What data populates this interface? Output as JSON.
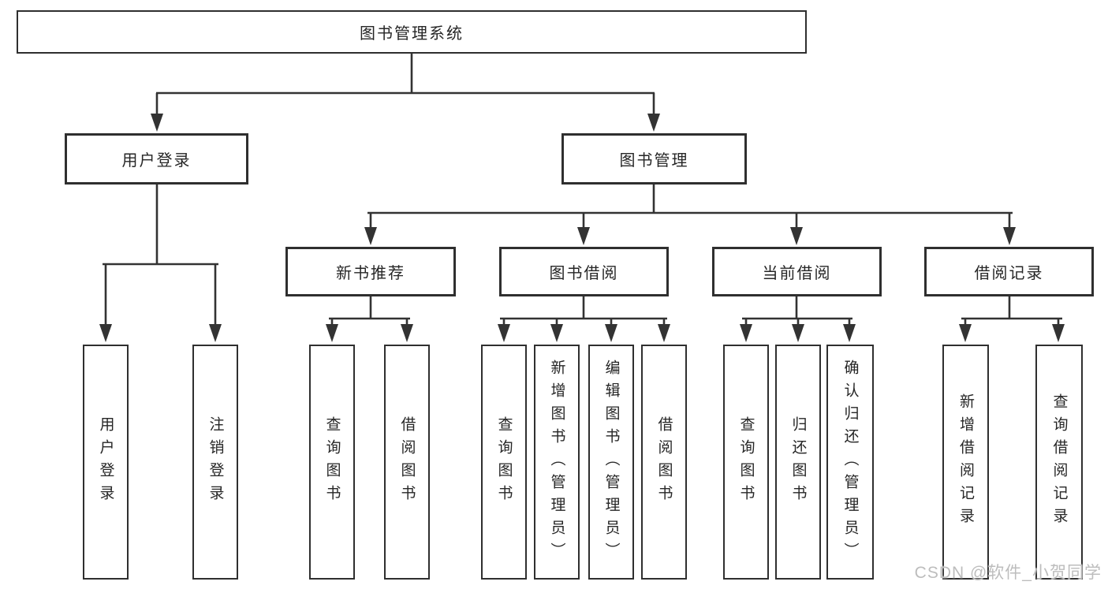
{
  "diagram": {
    "root": {
      "label": "图书管理系统"
    },
    "level2": [
      {
        "label": "用户登录"
      },
      {
        "label": "图书管理"
      }
    ],
    "user_children": [
      {
        "label": "用户登录"
      },
      {
        "label": "注销登录"
      }
    ],
    "level3": [
      {
        "label": "新书推荐"
      },
      {
        "label": "图书借阅"
      },
      {
        "label": "当前借阅"
      },
      {
        "label": "借阅记录"
      }
    ],
    "recommend_children": [
      {
        "label": "查询图书"
      },
      {
        "label": "借阅图书"
      }
    ],
    "borrow_children": [
      {
        "label": "查询图书"
      },
      {
        "label": "新增图书（管理员）"
      },
      {
        "label": "编辑图书（管理员）"
      },
      {
        "label": "借阅图书"
      }
    ],
    "current_children": [
      {
        "label": "查询图书"
      },
      {
        "label": "归还图书"
      },
      {
        "label": "确认归还（管理员）"
      }
    ],
    "records_children": [
      {
        "label": "新增借阅记录"
      },
      {
        "label": "查询借阅记录"
      }
    ]
  },
  "watermark": {
    "text": "CSDN @软件_小贺同学"
  },
  "colors": {
    "line": "#333333",
    "box_border": "#2f2f2f",
    "text": "#262626",
    "watermark": "#bdbdbd",
    "background": "#ffffff"
  }
}
